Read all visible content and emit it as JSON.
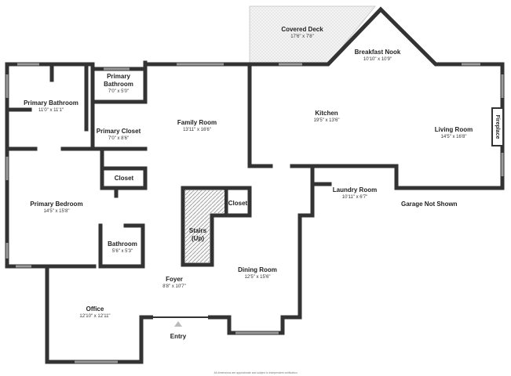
{
  "rooms": {
    "covered_deck": {
      "name": "Covered Deck",
      "dims": "17'6\" x 7'8\""
    },
    "breakfast_nook": {
      "name": "Breakfast Nook",
      "dims": "10'10\" x 10'9\""
    },
    "primary_bathroom_small": {
      "name_line1": "Primary",
      "name_line2": "Bathroom",
      "dims": "7'0\" x 5'0\""
    },
    "primary_bathroom": {
      "name": "Primary Bathroom",
      "dims": "11'0\" x 11'1\""
    },
    "family_room": {
      "name": "Family Room",
      "dims": "13'11\" x 16'6\""
    },
    "kitchen": {
      "name": "Kitchen",
      "dims": "19'5\" x 13'6\""
    },
    "living_room": {
      "name": "Living Room",
      "dims": "14'5\" x 16'8\""
    },
    "primary_closet": {
      "name": "Primary Closet",
      "dims": "7'0\" x 8'6\""
    },
    "closet_1": {
      "name": "Closet"
    },
    "closet_2": {
      "name": "Closet"
    },
    "laundry_room": {
      "name": "Laundry Room",
      "dims": "10'11\" x 6'7\""
    },
    "primary_bedroom": {
      "name": "Primary Bedroom",
      "dims": "14'5\" x 15'8\""
    },
    "stairs": {
      "name_line1": "Stairs",
      "name_line2": "(Up)"
    },
    "bathroom": {
      "name": "Bathroom",
      "dims": "5'6\" x 5'3\""
    },
    "dining_room": {
      "name": "Dining Room",
      "dims": "12'5\" x 15'6\""
    },
    "foyer": {
      "name": "Foyer",
      "dims": "8'8\" x 10'7\""
    },
    "office": {
      "name": "Office",
      "dims": "12'10\" x 12'11\""
    }
  },
  "labels": {
    "fireplace": "Fireplace",
    "garage": "Garage Not Shown",
    "entry": "Entry",
    "disclaimer": "All dimensions are approximate and subject to independent verification."
  },
  "colors": {
    "wall": "#333333",
    "window": "#9a9a9a",
    "deck_fill": "#f2f2f2",
    "floor": "#ffffff",
    "entry_arrow": "#bbbbbb"
  }
}
